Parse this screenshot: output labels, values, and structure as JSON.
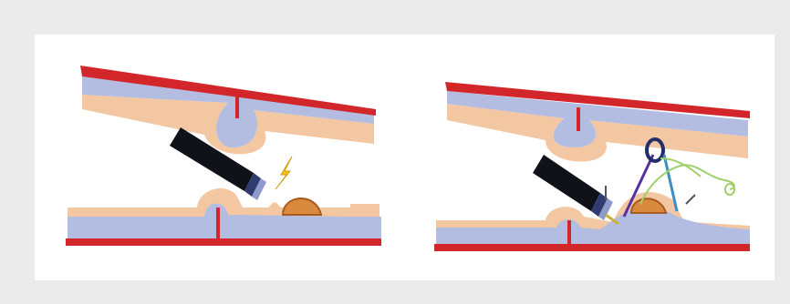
{
  "colors": {
    "background": "#ebebeb",
    "panel": "#ffffff",
    "serosa": "#d2262b",
    "muscle": "#b3bde2",
    "mucosa": "#f2c7a2",
    "lesion": "#d98a3e",
    "lesion_outline": "#a85a1f",
    "scope_body": "#10121a",
    "spark": "#f2c21a",
    "snare": "#5a2f9f",
    "clip": "#3b8fc4",
    "thread": "#9fd06b"
  },
  "icons": {
    "cautery": "lightning-bolt-icon",
    "snare": "snare-loop-icon",
    "scope": "endoscope-icon"
  },
  "panels": [
    {
      "name": "left-panel",
      "step": "electrocautery"
    },
    {
      "name": "right-panel",
      "step": "snare-and-clip"
    }
  ]
}
